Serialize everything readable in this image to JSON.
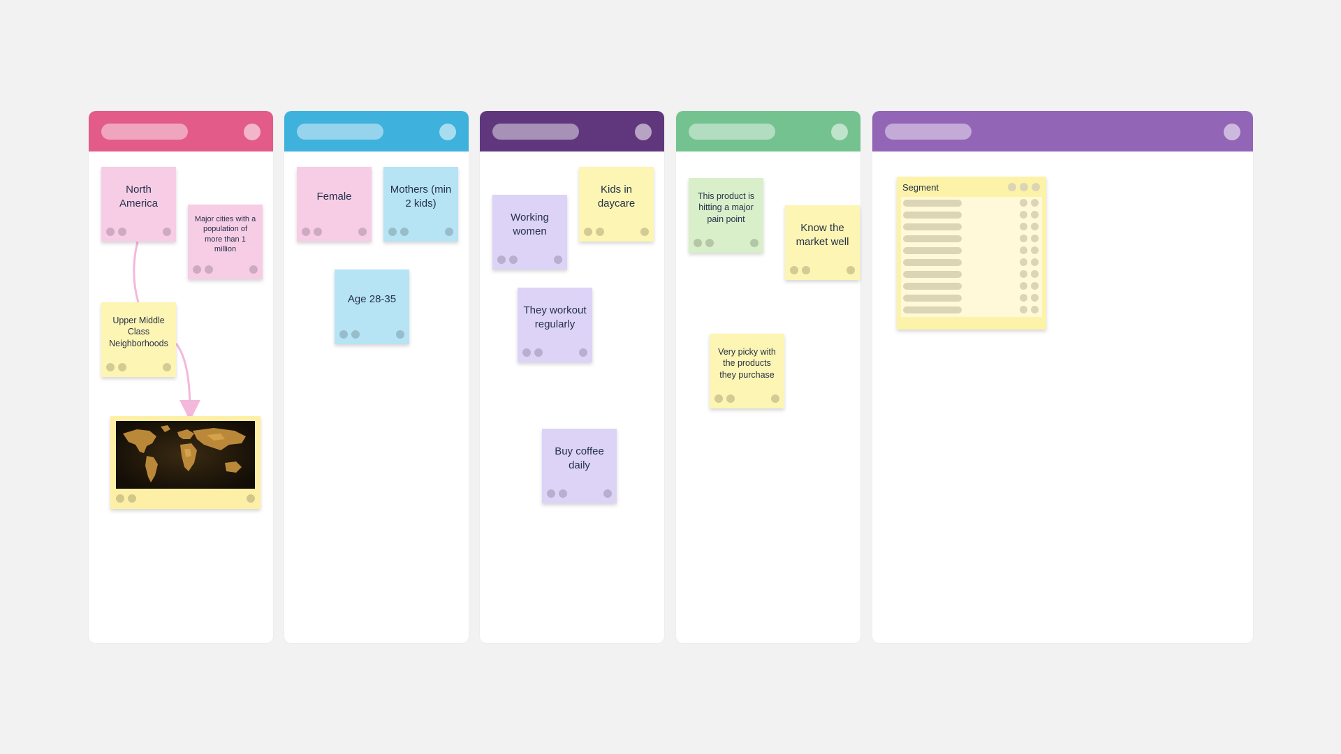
{
  "colors": {
    "canvas": "#f2f2f2",
    "col_pink": "#e35b89",
    "col_blue": "#3eb1dc",
    "col_darkpurple": "#60377d",
    "col_green": "#74c28f",
    "col_purple": "#9265b6",
    "connector": "#f4b8dc"
  },
  "columns": [
    {
      "id": "col1",
      "color": "#e35b89"
    },
    {
      "id": "col2",
      "color": "#3eb1dc"
    },
    {
      "id": "col3",
      "color": "#60377d"
    },
    {
      "id": "col4",
      "color": "#74c28f"
    },
    {
      "id": "col5",
      "color": "#9265b6"
    }
  ],
  "notes": {
    "north_america": "North America",
    "major_cities": "Major cities with a population of more than 1 million",
    "upper_middle": "Upper Middle Class Neighborhoods",
    "female": "Female",
    "mothers": "Mothers (min 2 kids)",
    "age": "Age 28-35",
    "working_women": "Working women",
    "kids_daycare": "Kids in daycare",
    "workout": "They workout regularly",
    "coffee": "Buy coffee daily",
    "pain_point": "This product is hitting a major pain point",
    "market": "Know the market well",
    "picky": "Very picky with the products they purchase"
  },
  "image_card": {
    "icon": "world-map-image"
  },
  "segment": {
    "title": "Segment",
    "row_count": 10
  }
}
